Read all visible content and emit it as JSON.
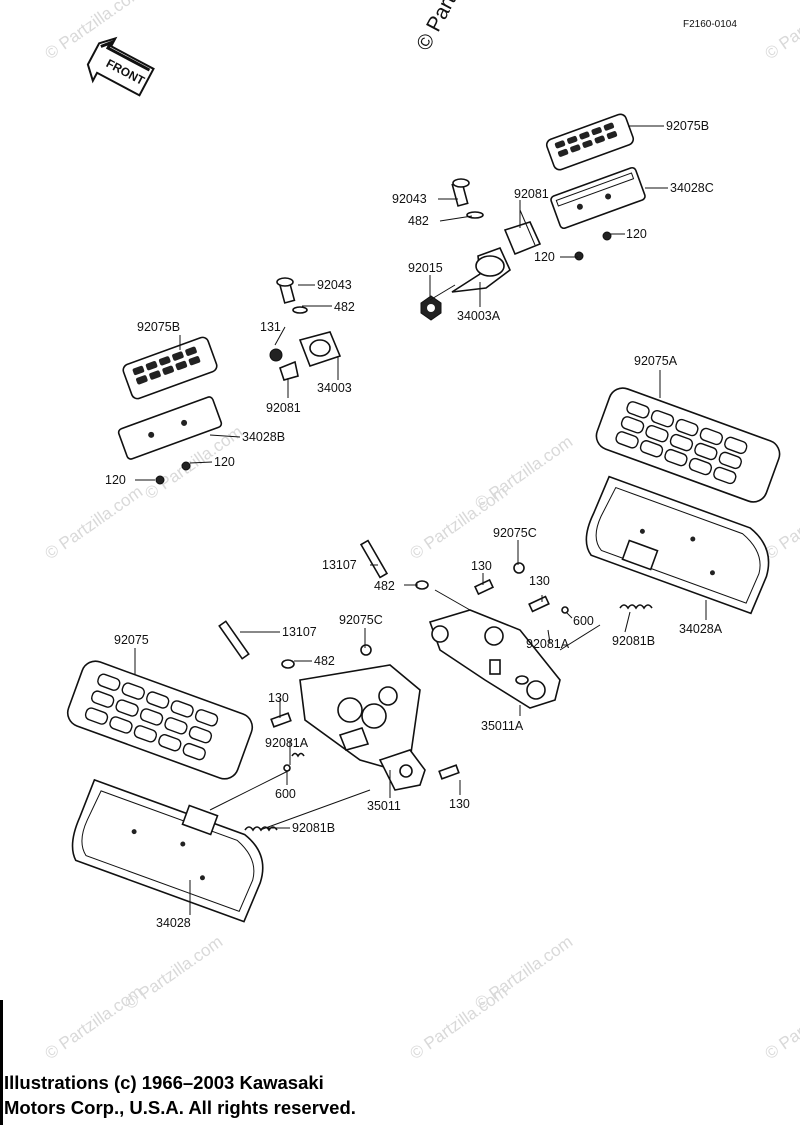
{
  "figure_code": "F2160-0104",
  "front_arrow": {
    "text": "FRONT"
  },
  "watermark": {
    "text": "© Partzilla.com",
    "top_text": "© Partzi"
  },
  "parts": {
    "p92075B_top": "92075B",
    "p34028C": "34028C",
    "p120_c": "120",
    "p120_d": "120",
    "p92043_a": "92043",
    "p482_a": "482",
    "p92081_a": "92081",
    "p92015": "92015",
    "p34003A": "34003A",
    "p92043_b": "92043",
    "p482_b": "482",
    "p131": "131",
    "p34003": "34003",
    "p92081_b": "92081",
    "p92075B_left": "92075B",
    "p34028B": "34028B",
    "p120_a": "120",
    "p120_b": "120",
    "p92075A": "92075A",
    "p92075C_a": "92075C",
    "p13107_a": "13107",
    "p482_c": "482",
    "p130_a": "130",
    "p130_b": "130",
    "p600_a": "600",
    "p92081A_a": "92081A",
    "p92081B_a": "92081B",
    "p34028A": "34028A",
    "p35011A": "35011A",
    "p92075": "92075",
    "p13107_b": "13107",
    "p92075C_b": "92075C",
    "p482_d": "482",
    "p130_c": "130",
    "p92081A_b": "92081A",
    "p600_b": "600",
    "p35011": "35011",
    "p130_d": "130",
    "p92081B_b": "92081B",
    "p34028": "34028"
  },
  "copyright": {
    "line1": "Illustrations (c) 1966–2003 Kawasaki",
    "line2": "Motors Corp., U.S.A.  All rights reserved."
  }
}
